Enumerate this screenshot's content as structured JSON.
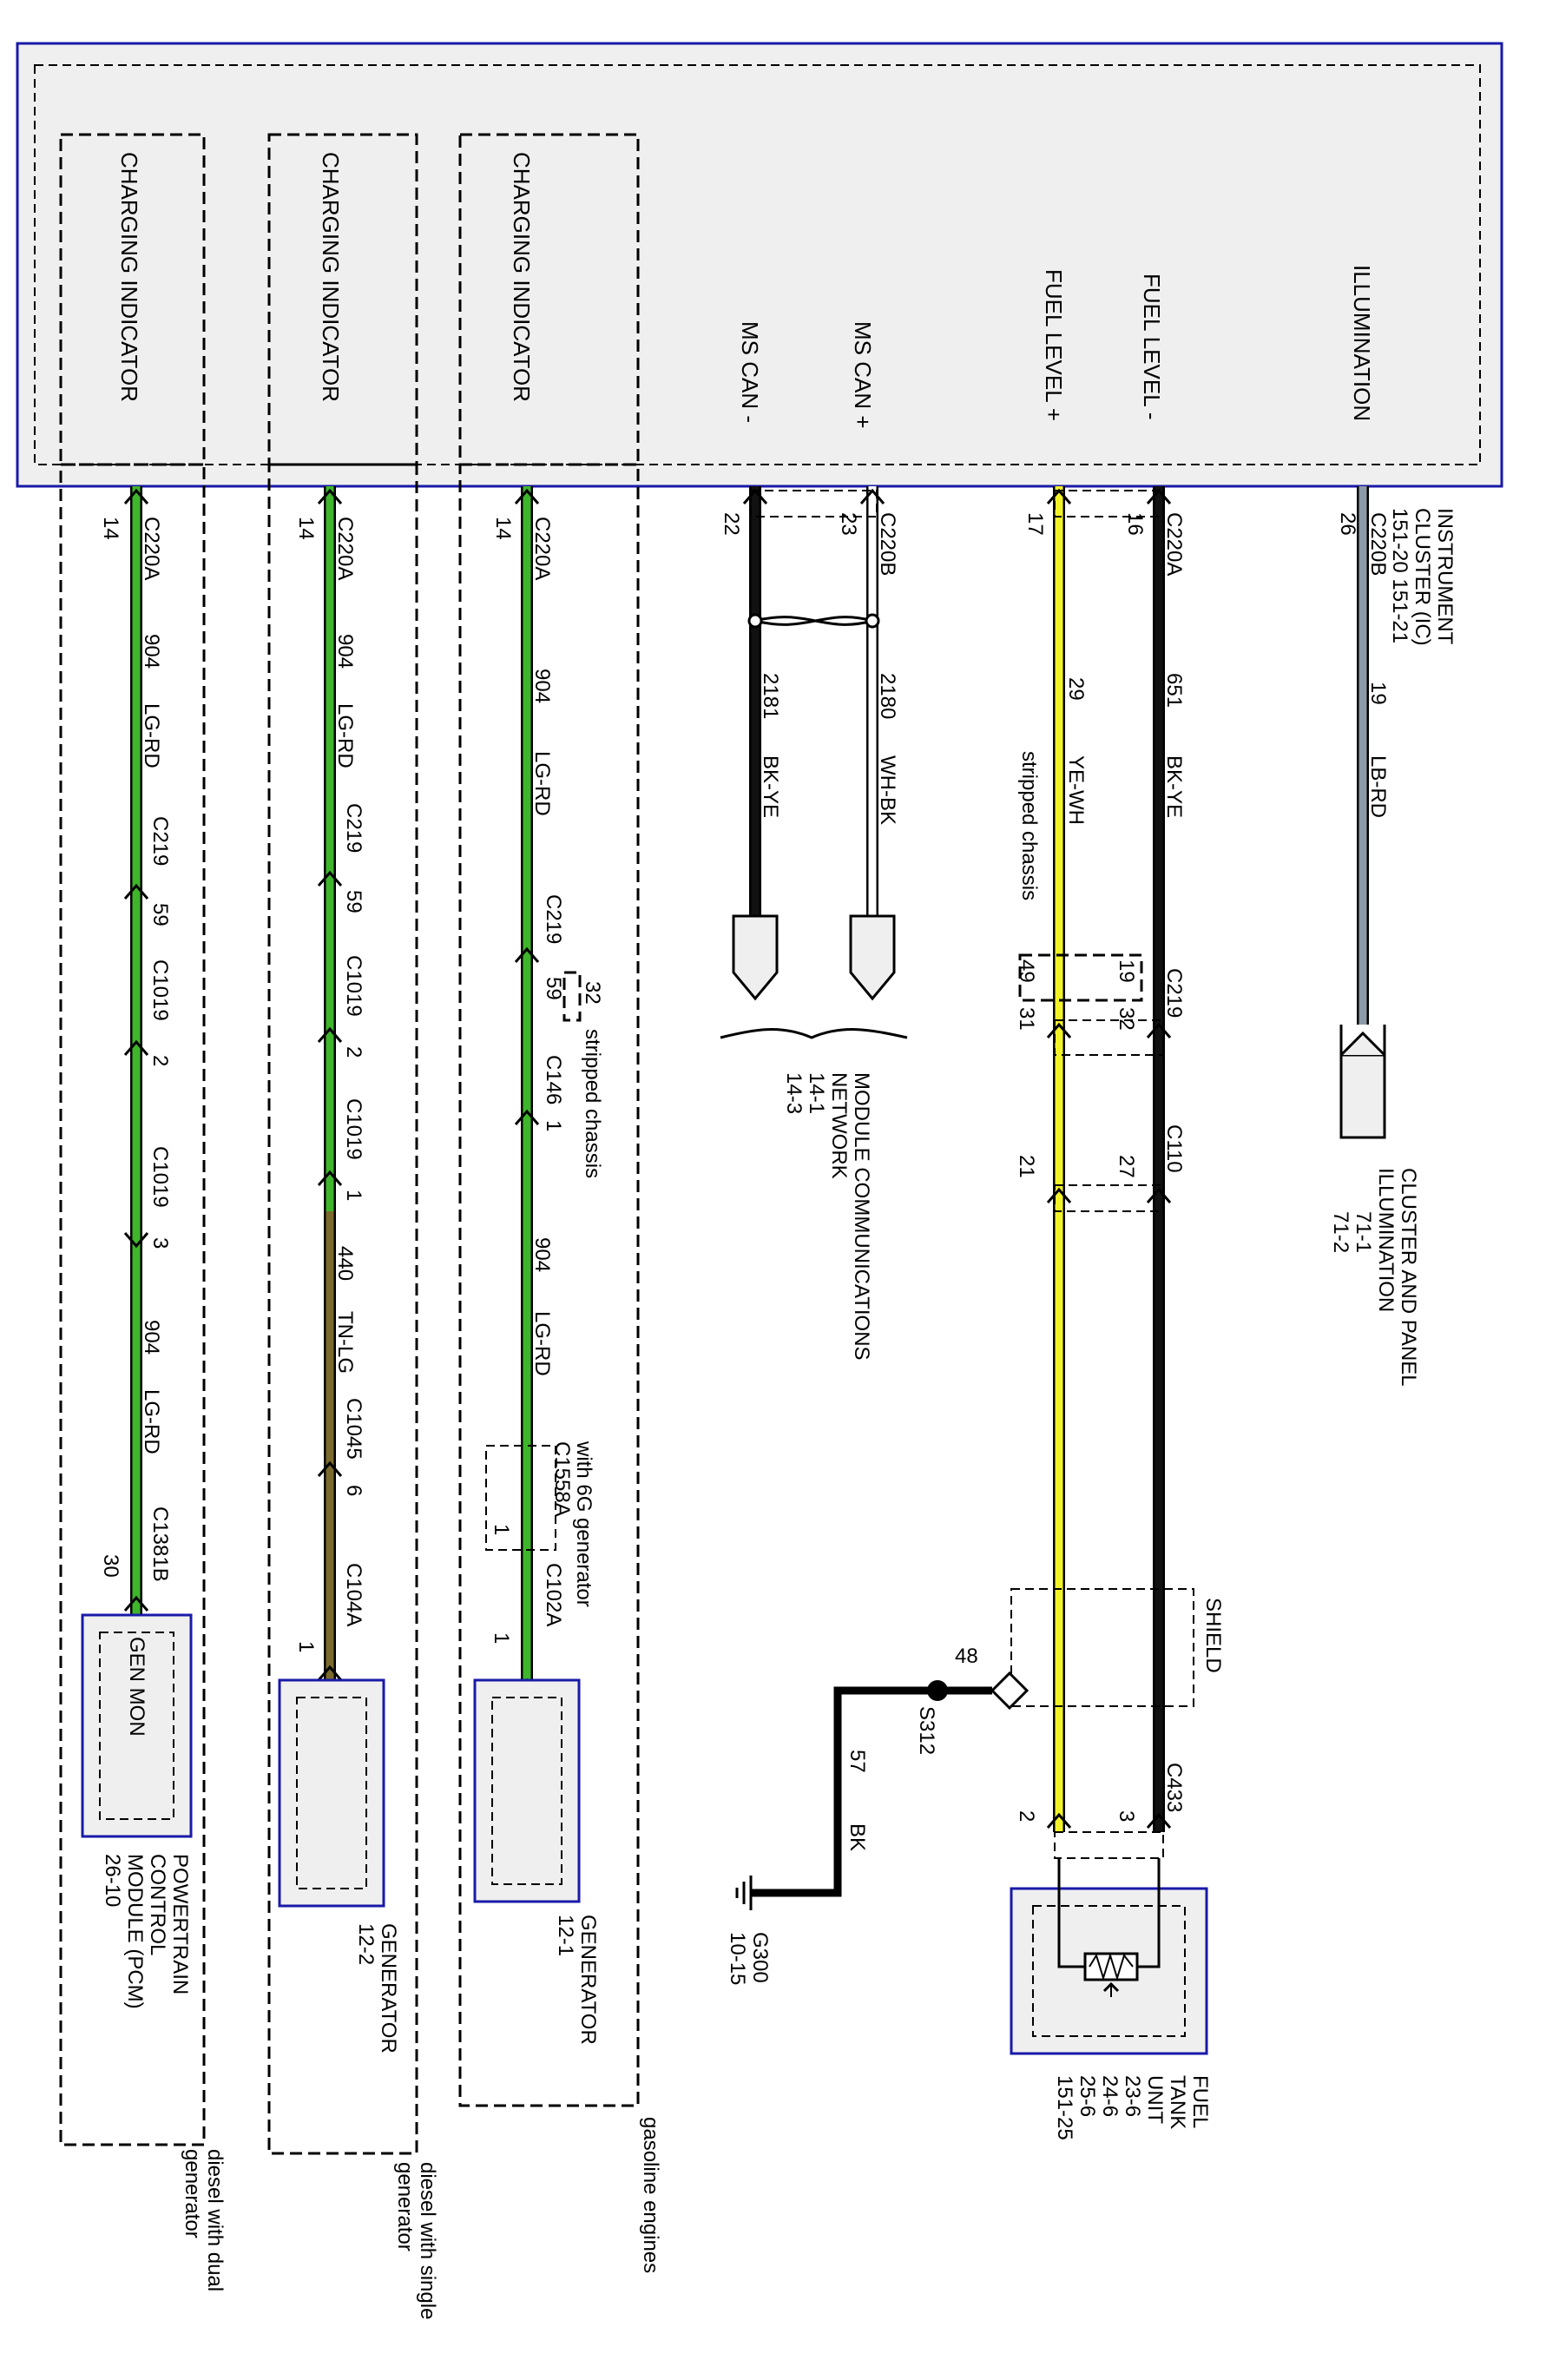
{
  "colors": {
    "LG-RD": "#3fb52c",
    "TN-LG": "#7a6a2c",
    "BK-YE": "#111111",
    "WH-BK": "#ffffff",
    "YE-WH": "#f2f22a",
    "LB-RD": "#8c9aa8",
    "BK": "#000000",
    "module_border": "#1a1aa8",
    "module_fill": "#efefef"
  },
  "instrument_cluster": {
    "name_lines": [
      "INSTRUMENT",
      "CLUSTER (IC)",
      "151-20  151-21"
    ],
    "functions": {
      "illumination": "ILLUMINATION",
      "fuel_level_minus": "FUEL LEVEL -",
      "fuel_level_plus": "FUEL LEVEL +",
      "ms_can_plus": "MS CAN +",
      "ms_can_minus": "MS CAN -",
      "charging_gas": "CHARGING INDICATOR",
      "charging_single": "CHARGING INDICATOR",
      "charging_dual": "CHARGING INDICATOR"
    }
  },
  "illumination_circuit": {
    "connector": "C220B",
    "pin": "26",
    "circuit": "19",
    "color_code": "LB-RD",
    "destination_lines": [
      "CLUSTER AND PANEL",
      "ILLUMINATION",
      "71-1",
      "71-2"
    ]
  },
  "fuel_circuits": {
    "minus": {
      "connector": "C220A",
      "pin": "16",
      "circuit": "651",
      "color_code": "BK-YE"
    },
    "plus": {
      "pin": "17",
      "circuit": "29",
      "color_code": "YE-WH"
    },
    "stripped_note": "stripped chassis",
    "c219": {
      "label": "C219",
      "pins": [
        "19",
        "32",
        "49",
        "31"
      ]
    },
    "c110": {
      "label": "C110",
      "pins": [
        "27",
        "21"
      ]
    },
    "shield": {
      "label": "SHIELD",
      "pin": "48"
    },
    "splice": {
      "label": "S312",
      "circuit": "57",
      "color_code": "BK"
    },
    "ground": {
      "label": "G300",
      "ref": "10-15"
    },
    "c433": {
      "label": "C433",
      "pins": [
        "3",
        "2"
      ]
    },
    "fuel_tank": {
      "name_lines": [
        "FUEL",
        "TANK",
        "UNIT",
        "23-6",
        "24-6",
        "25-6",
        "151-25"
      ]
    }
  },
  "can_circuits": {
    "connector": "C220B",
    "plus": {
      "pin": "23",
      "circuit": "2180",
      "color_code": "WH-BK"
    },
    "minus": {
      "pin": "22",
      "circuit": "2181",
      "color_code": "BK-YE"
    },
    "network_lines": [
      "MODULE COMMUNICATIONS",
      "NETWORK",
      "14-1",
      "14-3"
    ]
  },
  "gasoline": {
    "pin": "14",
    "connector": "C220A",
    "circuit": "904",
    "color_code": "LG-RD",
    "c219": "C219",
    "c219_pin": "59",
    "c146": "C146",
    "c146_pin": "1",
    "stripped_pin": "32",
    "stripped_note": "stripped chassis",
    "circuit_2": "904",
    "color_code_2": "LG-RD",
    "gen6g_note": "with 6G generator",
    "c1558a": "C1558A",
    "c1558a_pin": "1",
    "c102a": "C102A",
    "c102a_pin": "1",
    "generator_lines": [
      "GENERATOR",
      "12-1"
    ],
    "variant_note": "gasoline engines"
  },
  "diesel_single": {
    "pin": "14",
    "connector": "C220A",
    "circuit": "904",
    "color_code": "LG-RD",
    "c219": "C219",
    "c219_pin": "59",
    "c1019a": "C1019",
    "c1019a_pin": "2",
    "c1019b": "C1019",
    "c1019b_pin": "1",
    "circuit_2": "440",
    "color_code_2": "TN-LG",
    "c1045": "C1045",
    "c1045_pin": "6",
    "c104a": "C104A",
    "c104a_pin": "1",
    "generator_lines": [
      "GENERATOR",
      "12-2"
    ],
    "variant_lines": [
      "diesel with single",
      "generator"
    ]
  },
  "diesel_dual": {
    "pin": "14",
    "connector": "C220A",
    "circuit": "904",
    "color_code": "LG-RD",
    "c219": "C219",
    "c219_pin": "59",
    "c1019a": "C1019",
    "c1019a_pin": "2",
    "c1019b": "C1019",
    "c1019b_pin": "3",
    "circuit_2": "904",
    "color_code_2": "LG-RD",
    "c1381b": "C1381B",
    "c1381b_pin": "30",
    "pcm_function": "GEN MON",
    "pcm_lines": [
      "POWERTRAIN",
      "CONTROL",
      "MODULE (PCM)",
      "26-10"
    ],
    "variant_lines": [
      "diesel with dual",
      "generator"
    ]
  }
}
